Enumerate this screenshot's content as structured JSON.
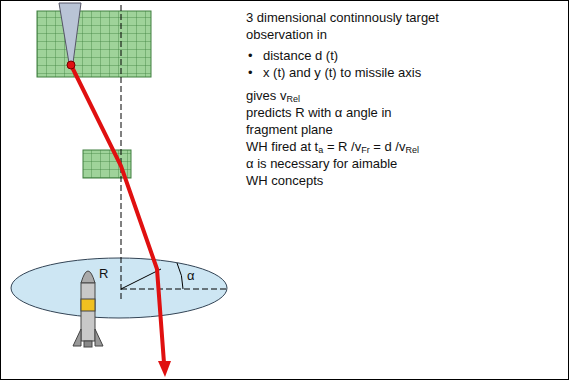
{
  "diagram": {
    "labels": [
      "3 dimensional continnously target",
      "observation in",
      "•",
      "distance d (t)",
      "•",
      "x (t) and y (t) to missile axis",
      "gives vRel",
      "predicts R with α angle in",
      "fragment plane",
      "WH fired at ta = R /vFr = d /vRel",
      "α is necessary for aimable",
      "WH concepts",
      "R",
      "α"
    ]
  }
}
